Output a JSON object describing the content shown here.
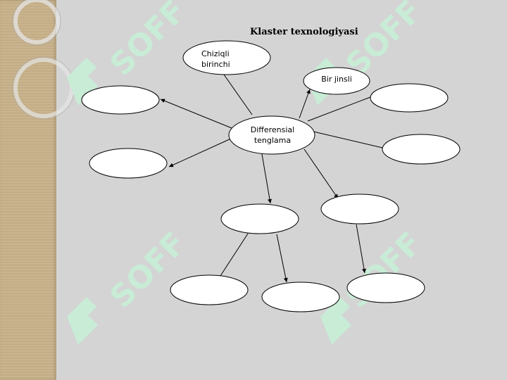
{
  "title": "Klaster texnologiyasi",
  "nodes": {
    "center": "Differensial tenglama",
    "linear": "Chiziqli birinchi",
    "homogeneous": "Bir jinsli"
  },
  "watermark": "SOFF",
  "colors": {
    "background": "#d4d4d4",
    "sidebar": "#c9b48f",
    "watermark": "#c8ecd6",
    "node_fill": "#ffffff",
    "stroke": "#000000"
  }
}
